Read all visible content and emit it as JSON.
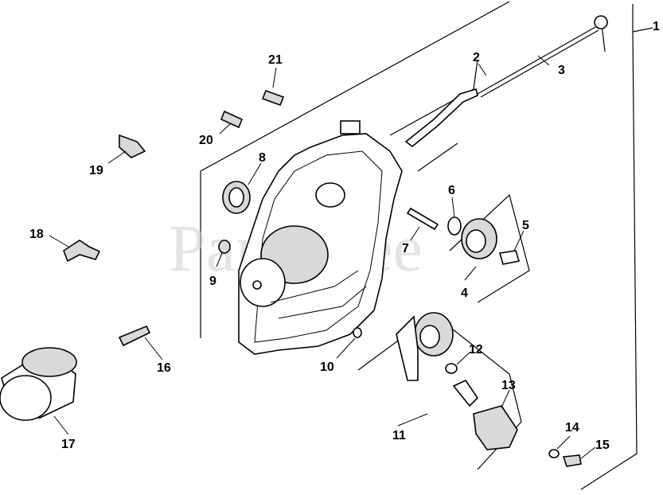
{
  "diagram": {
    "watermark": "PartsTree",
    "callouts": [
      "1",
      "2",
      "3",
      "4",
      "5",
      "6",
      "7",
      "8",
      "9",
      "10",
      "11",
      "12",
      "13",
      "14",
      "15",
      "16",
      "17",
      "18",
      "19",
      "20",
      "21"
    ]
  }
}
